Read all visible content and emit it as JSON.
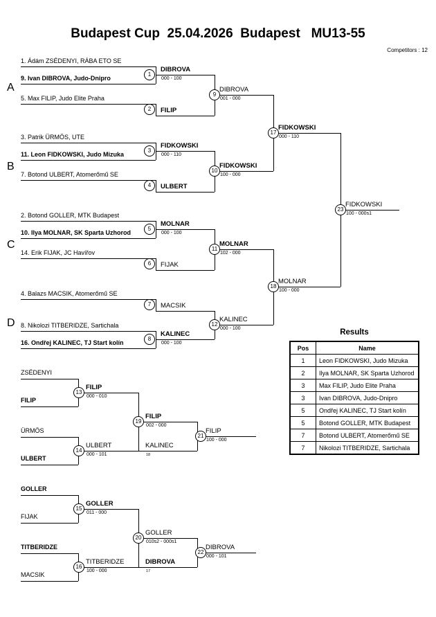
{
  "header": {
    "title": "Budapest Cup  25.04.2026  Budapest   MU13-55",
    "competitors": "Competitors : 12"
  },
  "pools": [
    "A",
    "B",
    "C",
    "D"
  ],
  "entries": {
    "e1": {
      "name": "1. Ádám ZSÉDENYI, RÁBA ETO SE"
    },
    "e2": {
      "name": "9. Ivan DIBROVA, Judo-Dnipro"
    },
    "e3": {
      "name": "5. Max FILIP, Judo Elite Praha"
    },
    "e4": {
      "name": "3. Patrik ÜRMÖS, UTE"
    },
    "e5": {
      "name": "11. Leon FIDKOWSKI, Judo Mizuka"
    },
    "e6": {
      "name": "7. Botond ULBERT, Atomerőmű SE"
    },
    "e7": {
      "name": "2. Botond GOLLER, MTK Budapest"
    },
    "e8": {
      "name": "10. Ilya MOLNAR, SK Sparta Uzhorod"
    },
    "e9": {
      "name": "14. Erik FIJAK, JC Havířov"
    },
    "e10": {
      "name": "4. Balazs MACSIK, Atomerőmű SE"
    },
    "e11": {
      "name": "8. Nikolozi TITBERIDZE, Sartichala"
    },
    "e12": {
      "name": "16. Ondřej KALINEC, TJ Start kolín"
    }
  },
  "matches": {
    "m1": {
      "no": "1",
      "winner": "DIBROVA",
      "score": "000 - 100"
    },
    "m2": {
      "no": "2",
      "winner": "FILIP"
    },
    "m3": {
      "no": "3",
      "winner": "FIDKOWSKI",
      "score": "000 - 110"
    },
    "m4": {
      "no": "4",
      "winner": "ULBERT"
    },
    "m5": {
      "no": "5",
      "winner": "MOLNAR",
      "score": "000 - 100"
    },
    "m6": {
      "no": "6",
      "winner": "FIJAK"
    },
    "m7": {
      "no": "7",
      "winner": "MACSIK"
    },
    "m8": {
      "no": "8",
      "winner": "KALINEC",
      "score": "000 - 100"
    },
    "m9": {
      "no": "9",
      "winner": "DIBROVA",
      "score": "001 - 000"
    },
    "m10": {
      "no": "10",
      "winner": "FIDKOWSKI",
      "score": "100 - 000"
    },
    "m11": {
      "no": "11",
      "winner": "MOLNAR",
      "score": "102 - 000"
    },
    "m12": {
      "no": "12",
      "winner": "KALINEC",
      "score": "000 - 100"
    },
    "m13": {
      "no": "13",
      "winner": "FILIP",
      "score": "000 - 010"
    },
    "m14": {
      "no": "14",
      "winner": "ULBERT",
      "score": "000 - 101"
    },
    "m15": {
      "no": "15",
      "winner": "GOLLER",
      "score": "011 - 000"
    },
    "m16": {
      "no": "16",
      "winner": "TITBERIDZE",
      "score": "100 - 000"
    },
    "m17": {
      "no": "17",
      "winner": "FIDKOWSKI",
      "score": "000 - 110"
    },
    "m18": {
      "no": "18",
      "winner": "MOLNAR",
      "score": "100 - 000"
    },
    "m19": {
      "no": "19",
      "winner": "FILIP",
      "score": "002 - 000"
    },
    "m20": {
      "no": "20",
      "winner": "GOLLER",
      "score": "010s2 - 000s1"
    },
    "m21": {
      "no": "21",
      "winner": "FILIP",
      "score": "100 - 000"
    },
    "m22": {
      "no": "22",
      "winner": "DIBROVA",
      "score": "000 - 101"
    },
    "m23": {
      "no": "23",
      "winner": "FIDKOWSKI",
      "score": "100 - 000s1"
    }
  },
  "repechage": {
    "r1": {
      "name": "ZSÉDENYI"
    },
    "r2": {
      "name": "FILIP"
    },
    "r3": {
      "name": "ÜRMÖS"
    },
    "r4": {
      "name": "ULBERT"
    },
    "r5": {
      "name": "GOLLER"
    },
    "r6": {
      "name": "FIJAK"
    },
    "r7": {
      "name": "TITBERIDZE"
    },
    "r8": {
      "name": "MACSIK"
    }
  },
  "feeders": {
    "f18": {
      "name": "KALINEC",
      "ref": "18"
    },
    "f17": {
      "name": "DIBROVA",
      "ref": "17"
    }
  },
  "results": {
    "title": "Results",
    "columns": [
      "Pos",
      "Name"
    ],
    "rows": [
      [
        "1",
        "Leon FIDKOWSKI, Judo Mizuka"
      ],
      [
        "2",
        "Ilya MOLNAR, SK Sparta Uzhorod"
      ],
      [
        "3",
        "Max FILIP, Judo Elite Praha"
      ],
      [
        "3",
        "Ivan DIBROVA, Judo-Dnipro"
      ],
      [
        "5",
        "Ondřej KALINEC, TJ Start kolín"
      ],
      [
        "5",
        "Botond GOLLER, MTK Budapest"
      ],
      [
        "7",
        "Botond ULBERT, Atomerőmű SE"
      ],
      [
        "7",
        "Nikolozi TITBERIDZE, Sartichala"
      ]
    ]
  }
}
